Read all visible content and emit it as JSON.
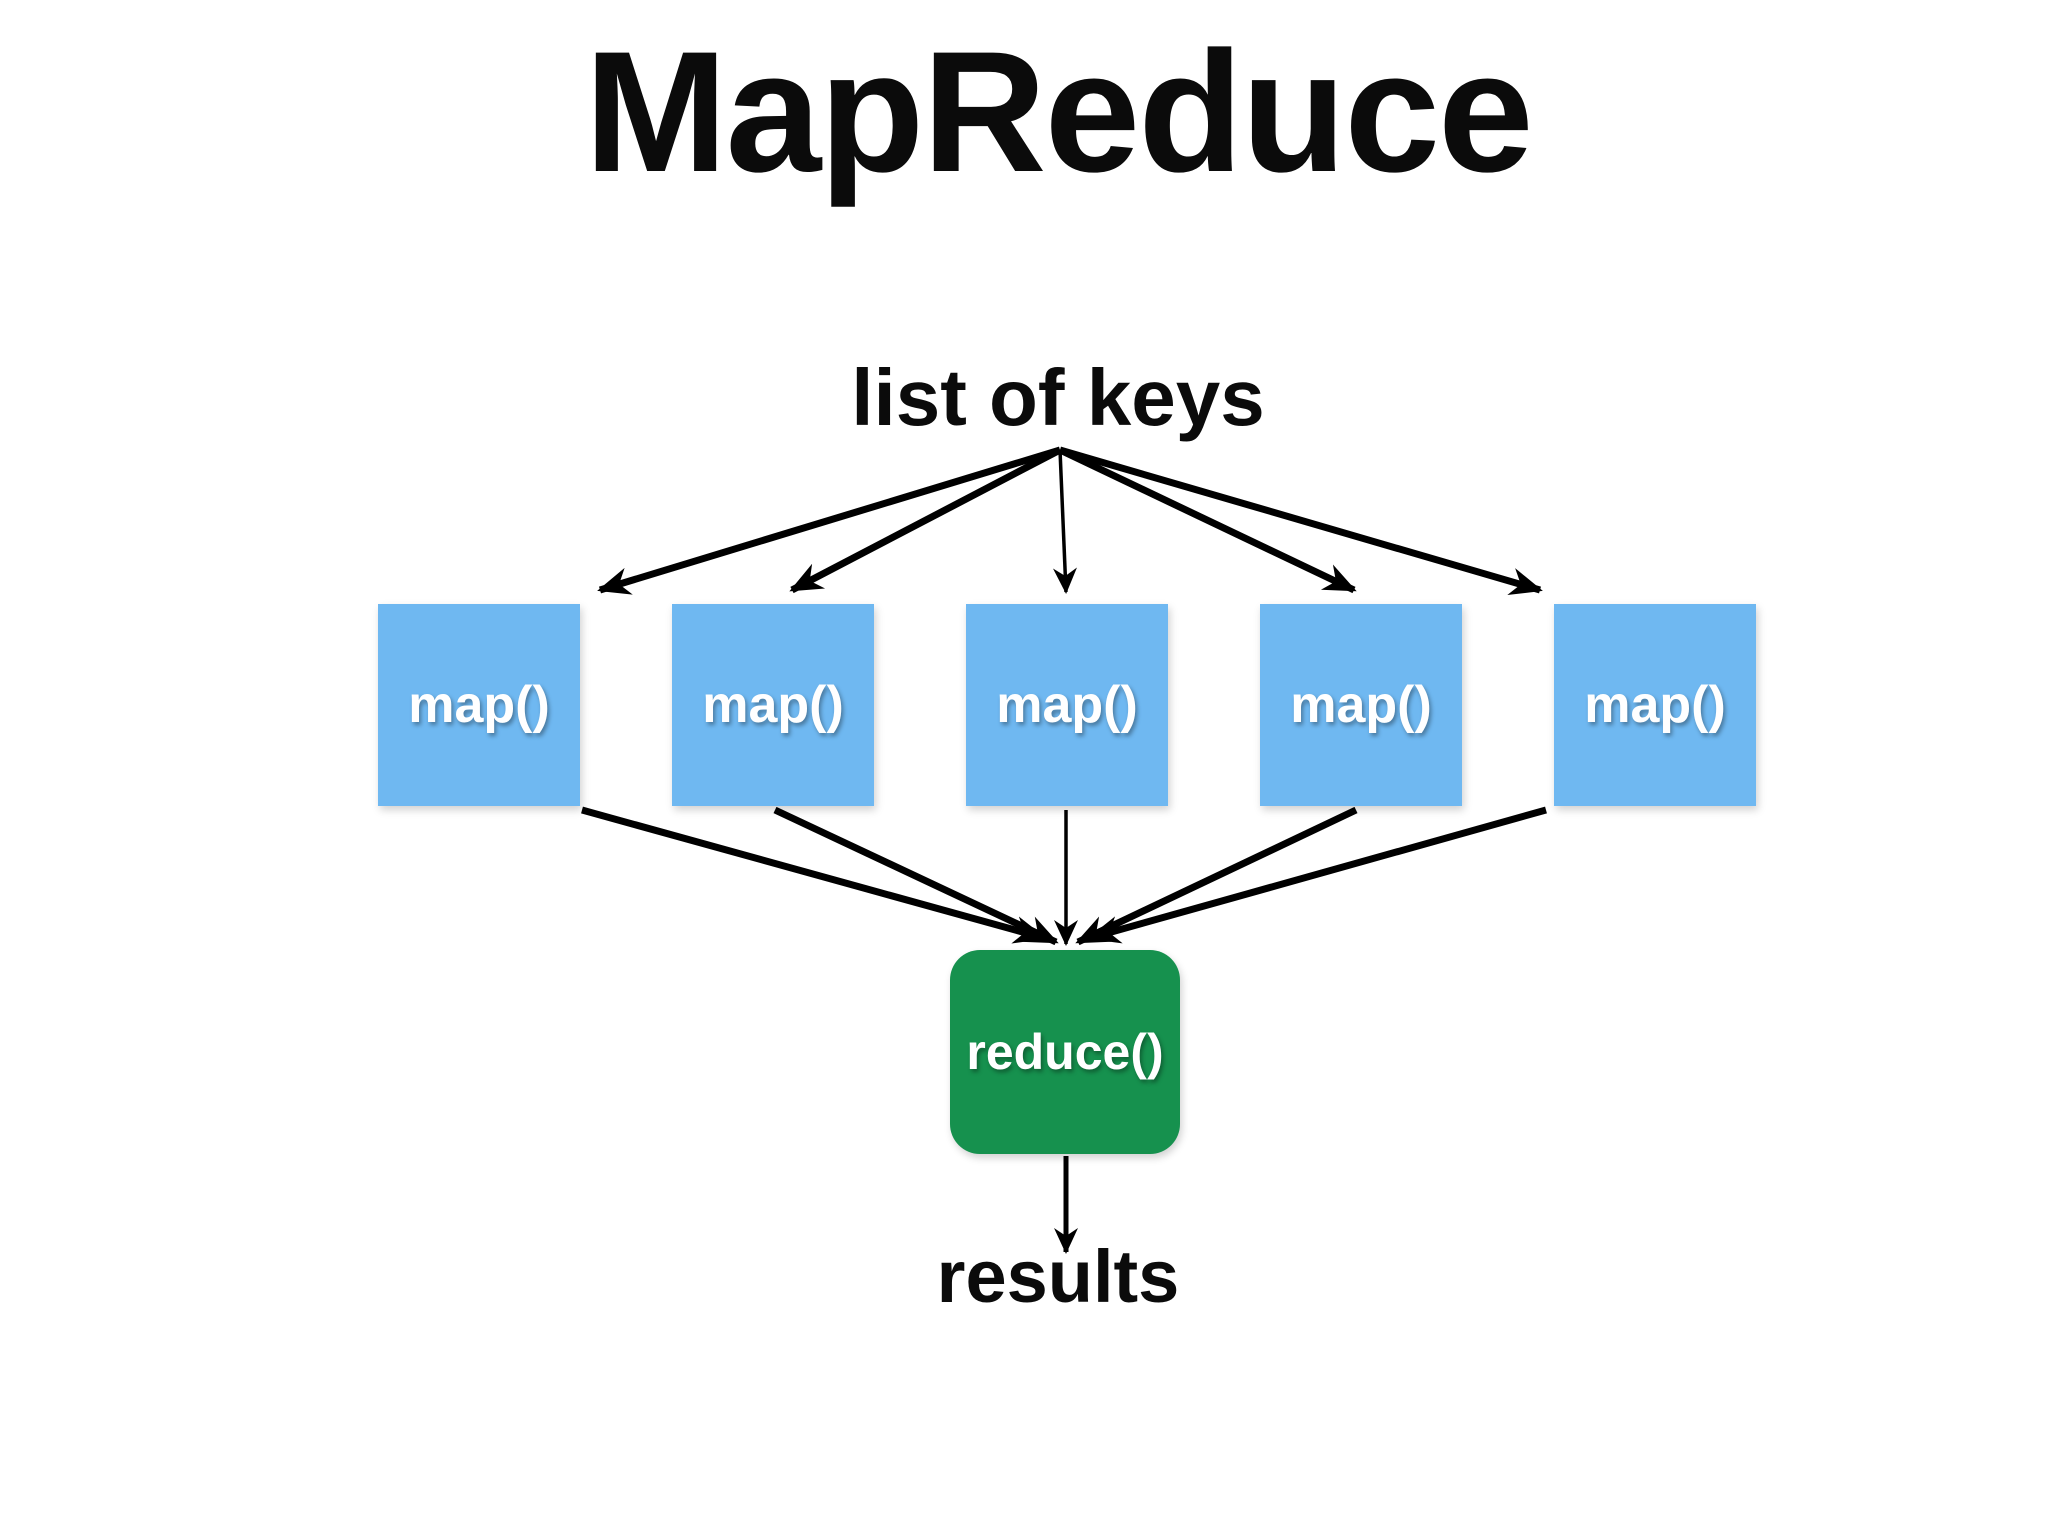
{
  "title": "MapReduce",
  "colors": {
    "background": "#ffffff",
    "map_box": "#6FB8F1",
    "reduce_box": "#16914E",
    "arrow": "#000000",
    "text_dark": "#0b0b0b",
    "node_text": "#ffffff"
  },
  "diagram": {
    "input_label": "list of keys",
    "map_nodes": [
      {
        "label": "map()"
      },
      {
        "label": "map()"
      },
      {
        "label": "map()"
      },
      {
        "label": "map()"
      },
      {
        "label": "map()"
      }
    ],
    "reduce_node": {
      "label": "reduce()"
    },
    "output_label": "results"
  }
}
